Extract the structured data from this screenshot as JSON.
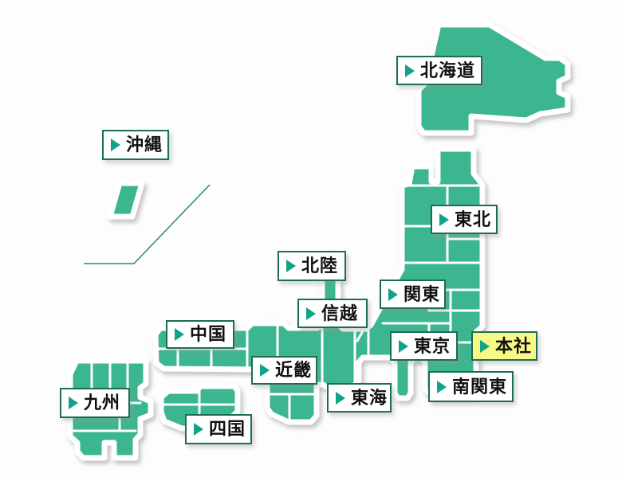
{
  "map": {
    "colors": {
      "region_fill": "#3cb690",
      "label_border": "#1b6e52",
      "label_bg": "#ffffff",
      "headoffice_bg": "#f8f886",
      "arrow": "#11a287",
      "divider_line": "#2e8b62",
      "text": "#111111"
    },
    "labels": [
      {
        "id": "hokkaido",
        "text": "北海道",
        "highlight": false
      },
      {
        "id": "okinawa",
        "text": "沖縄",
        "highlight": false
      },
      {
        "id": "tohoku",
        "text": "東北",
        "highlight": false
      },
      {
        "id": "hokuriku",
        "text": "北陸",
        "highlight": false
      },
      {
        "id": "shinetsu",
        "text": "信越",
        "highlight": false
      },
      {
        "id": "kanto",
        "text": "関東",
        "highlight": false
      },
      {
        "id": "tokyo",
        "text": "東京",
        "highlight": false
      },
      {
        "id": "headoffice",
        "text": "本社",
        "highlight": true
      },
      {
        "id": "minami-kanto",
        "text": "南関東",
        "highlight": false
      },
      {
        "id": "tokai",
        "text": "東海",
        "highlight": false
      },
      {
        "id": "kinki",
        "text": "近畿",
        "highlight": false
      },
      {
        "id": "chugoku",
        "text": "中国",
        "highlight": false
      },
      {
        "id": "kyushu",
        "text": "九州",
        "highlight": false
      },
      {
        "id": "shikoku",
        "text": "四国",
        "highlight": false
      }
    ]
  }
}
